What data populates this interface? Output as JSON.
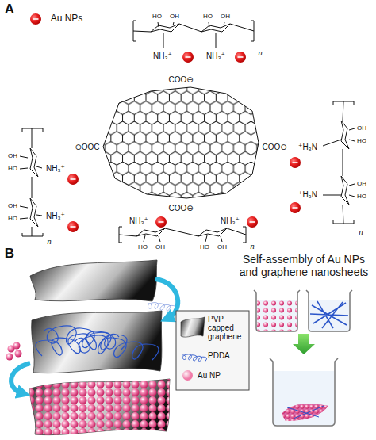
{
  "diagram": {
    "title": "Self-assembly of Au NPs and graphene nanosheets",
    "labels": [
      "A",
      "Au NPs",
      "HO",
      "OH",
      "HO",
      "OH",
      "NH₃⁺",
      "NH₃⁺",
      "n",
      "COO⊖",
      "⊖OOC",
      "COO⊖",
      "⁺H₃N",
      "⁺H₃N",
      "OH",
      "HO",
      "OH",
      "HO",
      "n",
      "OH",
      "HO",
      "OH",
      "HO",
      "NH₃⁺",
      "NH₃⁺",
      "n",
      "COO⊖",
      "NH₃⁺",
      "NH₃⁺",
      "HO",
      "OH",
      "HO",
      "OH",
      "n",
      "B"
    ],
    "legend": [
      {
        "text": "PVP capped graphene"
      },
      {
        "text": "PDDA"
      },
      {
        "text": "Au NP",
        "color": "#f07aa8"
      }
    ]
  }
}
